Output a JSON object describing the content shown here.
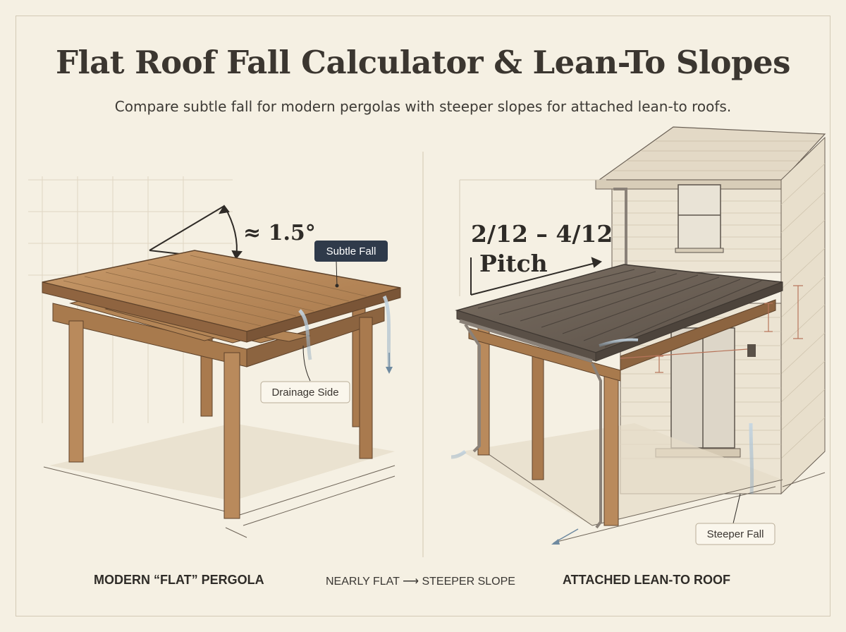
{
  "title": "Flat Roof Fall Calculator & Lean-To Slopes",
  "subtitle": "Compare subtle fall for modern pergolas with steeper slopes for attached lean-to roofs.",
  "left": {
    "angle_label": "≈ 1.5°",
    "subtle_fall_label": "Subtle Fall",
    "drainage_label": "Drainage Side",
    "caption": "MODERN “FLAT” PERGOLA"
  },
  "right": {
    "pitch_line1": "2/12 – 4/12",
    "pitch_line2": "Pitch",
    "steeper_fall_label": "Steeper Fall",
    "caption": "ATTACHED LEAN-TO ROOF"
  },
  "middle_caption": "NEARLY FLAT ⟶ STEEPER SLOPE",
  "colors": {
    "background": "#f5f0e3",
    "wood": "#b98a5c",
    "wood_dark": "#8c6440",
    "roof_metal": "#6e6358",
    "siding": "#ece4d3",
    "line": "#3a3530",
    "dimension": "#b7745a",
    "water": "#9fb6c8",
    "badge_dark": "#2f3a4a"
  }
}
